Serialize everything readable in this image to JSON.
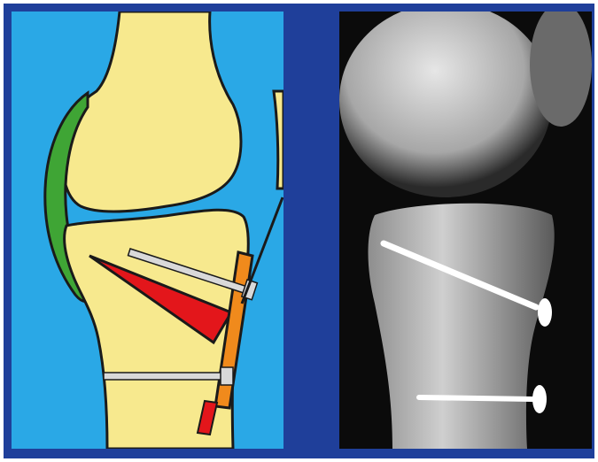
{
  "figure": {
    "left_panel": {
      "kind": "schematic-illustration",
      "subject": "knee-tibia-osteotomy-fixation",
      "colors": {
        "background": "#2aa8e6",
        "bone": "#f7e98e",
        "ligament": "#3fa535",
        "wedge": "#e3161b",
        "plate": "#f08a1c",
        "outline": "#1a1a1a",
        "screw": "#d9d9d9"
      }
    },
    "right_panel": {
      "kind": "x-ray-radiograph",
      "subject": "knee-lateral-view-with-two-screws",
      "colors": {
        "background": "#0b0b0b",
        "bone": "#d8d8d8",
        "screw": "#ffffff"
      }
    },
    "frame_color": "#1f3f9a"
  }
}
